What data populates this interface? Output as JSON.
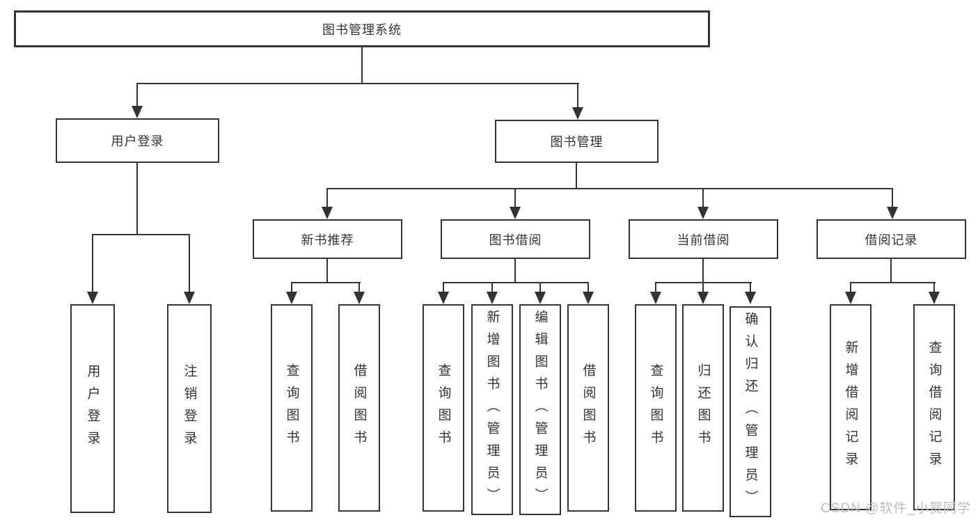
{
  "title": "图书管理系统",
  "watermark": "CSDN @软件_小贺同学",
  "colors": {
    "line": "#333333",
    "box_fill": "#ffffff",
    "watermark": "#bcbcbc"
  },
  "tree": {
    "user_login": {
      "label": "用户登录",
      "leaves": [
        "用户登录",
        "注销登录"
      ]
    },
    "book_mgmt": {
      "label": "图书管理",
      "groups": [
        {
          "label": "新书推荐",
          "leaves": [
            "查询图书",
            "借阅图书"
          ]
        },
        {
          "label": "图书借阅",
          "leaves": [
            "查询图书",
            "新增图书（管理员）",
            "编辑图书（管理员）",
            "借阅图书"
          ]
        },
        {
          "label": "当前借阅",
          "leaves": [
            "查询图书",
            "归还图书",
            "确认归还（管理员）"
          ]
        },
        {
          "label": "借阅记录",
          "leaves": [
            "新增借阅记录",
            "查询借阅记录"
          ]
        }
      ]
    }
  }
}
